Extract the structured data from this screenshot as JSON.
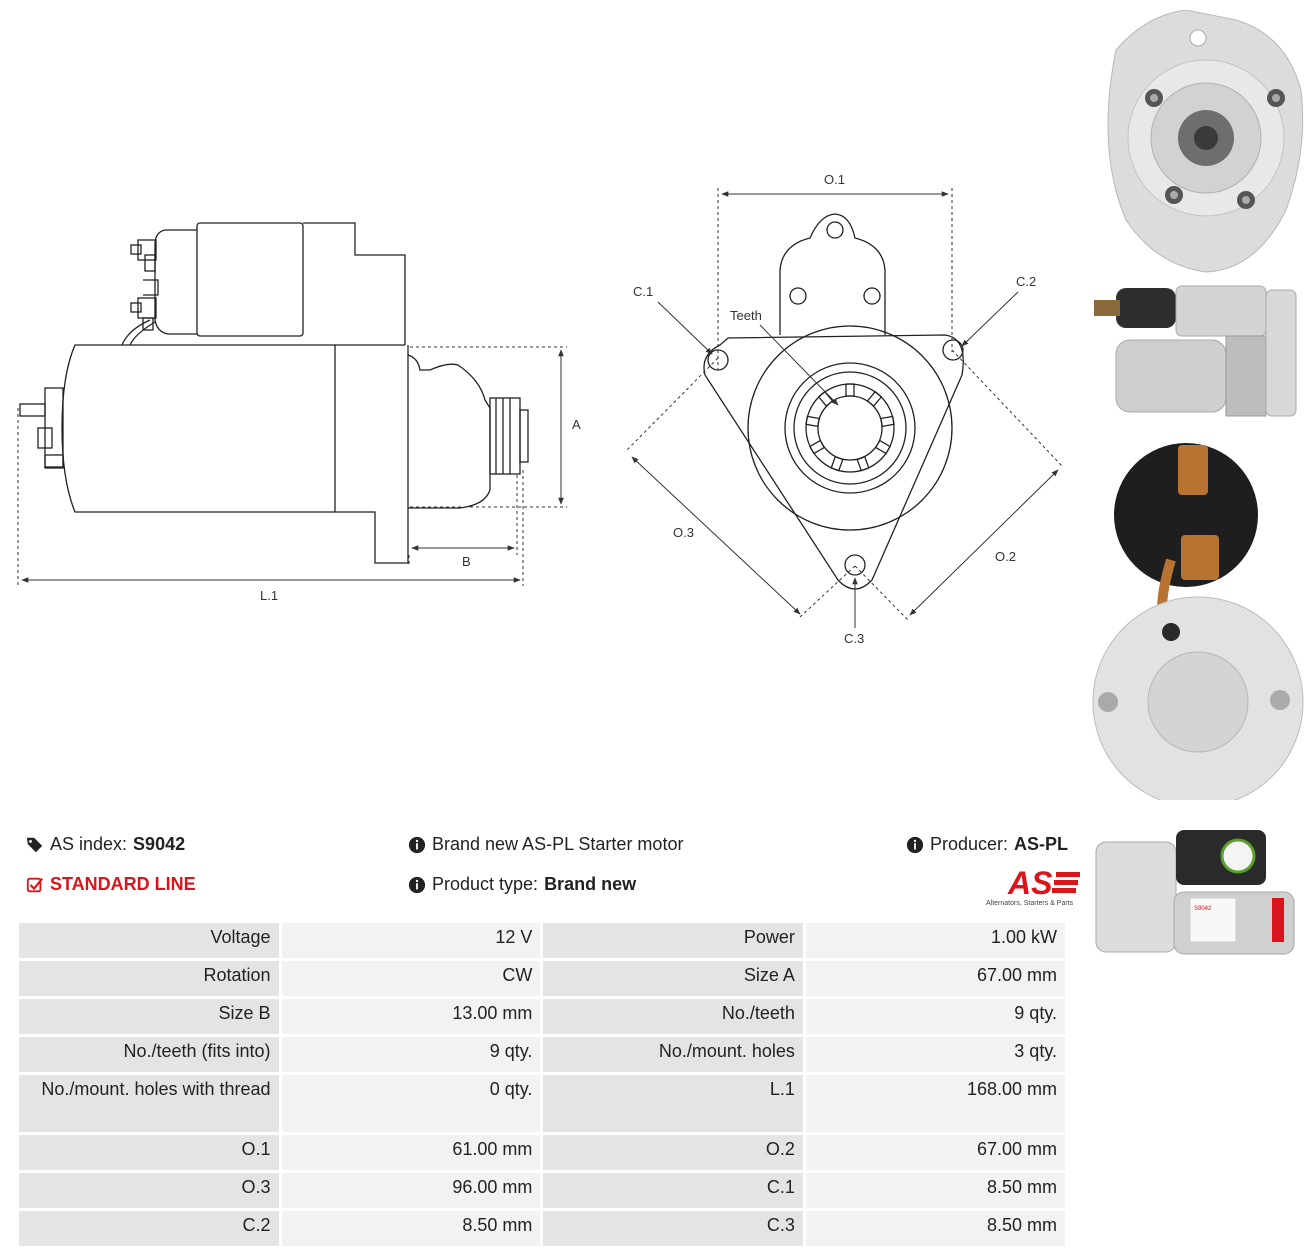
{
  "drawing": {
    "labels": {
      "o1": "O.1",
      "o2": "O.2",
      "o3": "O.3",
      "c1": "C.1",
      "c2": "C.2",
      "c3": "C.3",
      "teeth": "Teeth",
      "a": "A",
      "b": "B",
      "l1": "L.1"
    }
  },
  "info": {
    "index_label": "AS index:",
    "index_value": "S9042",
    "line_label": "STANDARD LINE",
    "description": "Brand new AS-PL Starter motor",
    "type_label": "Product type:",
    "type_value": "Brand new",
    "producer_label": "Producer:",
    "producer_value": "AS-PL",
    "logo_text": "AS",
    "logo_subtitle": "Alternators, Starters & Parts"
  },
  "photos": {
    "label_part": "S9042"
  },
  "colors": {
    "accent_red": "#d9141b",
    "label_cell": "#e4e4e4",
    "value_cell": "#f2f2f2"
  },
  "specs": [
    {
      "l1": "Voltage",
      "v1": "12 V",
      "l2": "Power",
      "v2": "1.00 kW"
    },
    {
      "l1": "Rotation",
      "v1": "CW",
      "l2": "Size A",
      "v2": "67.00 mm"
    },
    {
      "l1": "Size B",
      "v1": "13.00 mm",
      "l2": "No./teeth",
      "v2": "9 qty."
    },
    {
      "l1": "No./teeth (fits into)",
      "v1": "9 qty.",
      "l2": "No./mount. holes",
      "v2": "3 qty."
    },
    {
      "l1": "No./mount. holes with thread",
      "v1": "0 qty.",
      "l2": "L.1",
      "v2": "168.00 mm"
    },
    {
      "l1": "O.1",
      "v1": "61.00 mm",
      "l2": "O.2",
      "v2": "67.00 mm"
    },
    {
      "l1": "O.3",
      "v1": "96.00 mm",
      "l2": "C.1",
      "v2": "8.50 mm"
    },
    {
      "l1": "C.2",
      "v1": "8.50 mm",
      "l2": "C.3",
      "v2": "8.50 mm"
    }
  ]
}
